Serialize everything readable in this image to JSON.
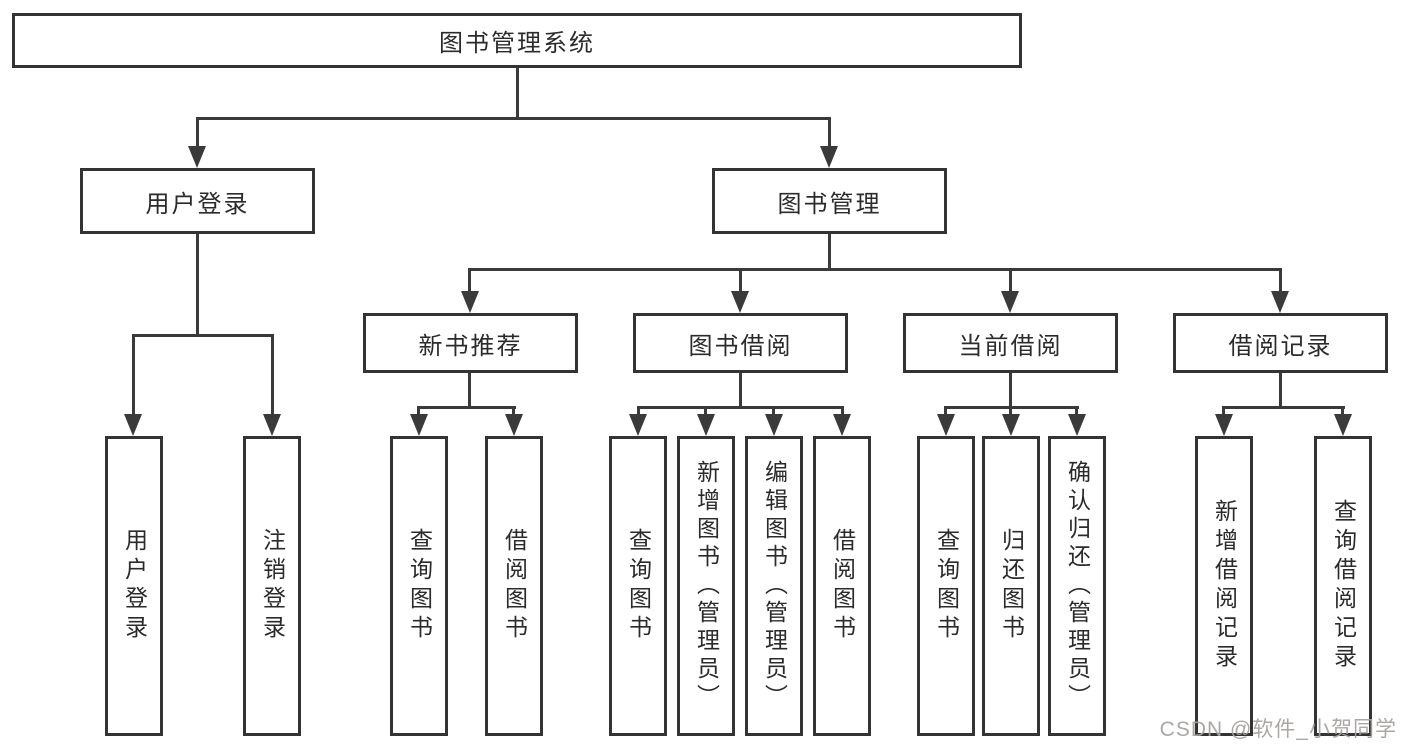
{
  "diagram": {
    "root": {
      "label": "图书管理系统"
    },
    "level2": [
      {
        "label": "用户登录"
      },
      {
        "label": "图书管理"
      }
    ],
    "level3": [
      {
        "label": "新书推荐"
      },
      {
        "label": "图书借阅"
      },
      {
        "label": "当前借阅"
      },
      {
        "label": "借阅记录"
      }
    ],
    "leaves": {
      "login": [
        {
          "label": "用户登录"
        },
        {
          "label": "注销登录"
        }
      ],
      "newbook": [
        {
          "label": "查询图书"
        },
        {
          "label": "借阅图书"
        }
      ],
      "borrow": [
        {
          "label": "查询图书"
        },
        {
          "label": "新增图书（管理员）"
        },
        {
          "label": "编辑图书（管理员）"
        },
        {
          "label": "借阅图书"
        }
      ],
      "current": [
        {
          "label": "查询图书"
        },
        {
          "label": "归还图书"
        },
        {
          "label": "确认归还（管理员）"
        }
      ],
      "records": [
        {
          "label": "新增借阅记录"
        },
        {
          "label": "查询借阅记录"
        }
      ]
    }
  },
  "watermark": "CSDN @软件_小贺同学",
  "colors": {
    "line": "#3a3a3a",
    "border": "#333333",
    "text": "#2b2b2b",
    "watermark": "#a5a2a0"
  }
}
